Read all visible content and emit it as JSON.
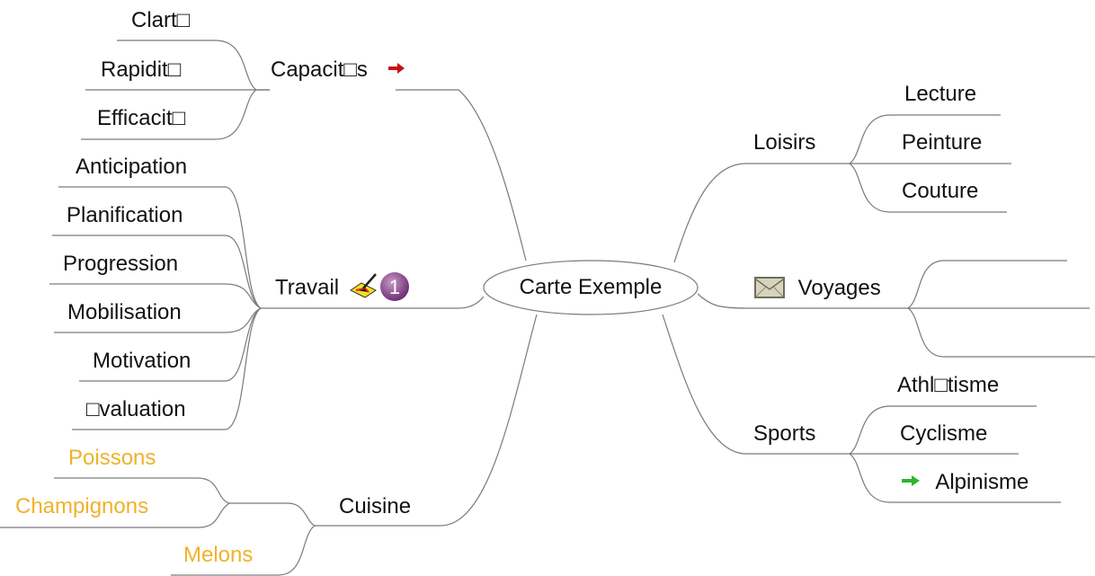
{
  "center": {
    "label": "Carte Exemple"
  },
  "colors": {
    "line": "#7a7a7a",
    "text": "#111111",
    "orange": "#f0b22a",
    "red_arrow": "#c8100f",
    "green_arrow": "#2fb52f",
    "badge": "#8a4a8e"
  },
  "branches": {
    "capacites": {
      "label": "Capacit□s",
      "icon": "red-arrow-icon",
      "children": [
        "Clart□",
        "Rapidit□",
        "Efficacit□"
      ]
    },
    "travail": {
      "label": "Travail",
      "icons": [
        "paintbrush-icon",
        "priority-1-badge-icon"
      ],
      "badge_number": "1",
      "children": [
        "Anticipation",
        "Planification",
        "Progression",
        "Mobilisation",
        "Motivation",
        "□valuation"
      ]
    },
    "cuisine": {
      "label": "Cuisine",
      "children": [
        "Poissons",
        "Champignons",
        "Melons"
      ]
    },
    "loisirs": {
      "label": "Loisirs",
      "children": [
        "Lecture",
        "Peinture",
        "Couture"
      ]
    },
    "voyages": {
      "label": "Voyages",
      "icon": "envelope-icon",
      "children": [
        "",
        "",
        ""
      ]
    },
    "sports": {
      "label": "Sports",
      "children": [
        "Athl□tisme",
        "Cyclisme",
        "Alpinisme"
      ],
      "alpinisme_icon": "green-arrow-icon"
    }
  }
}
